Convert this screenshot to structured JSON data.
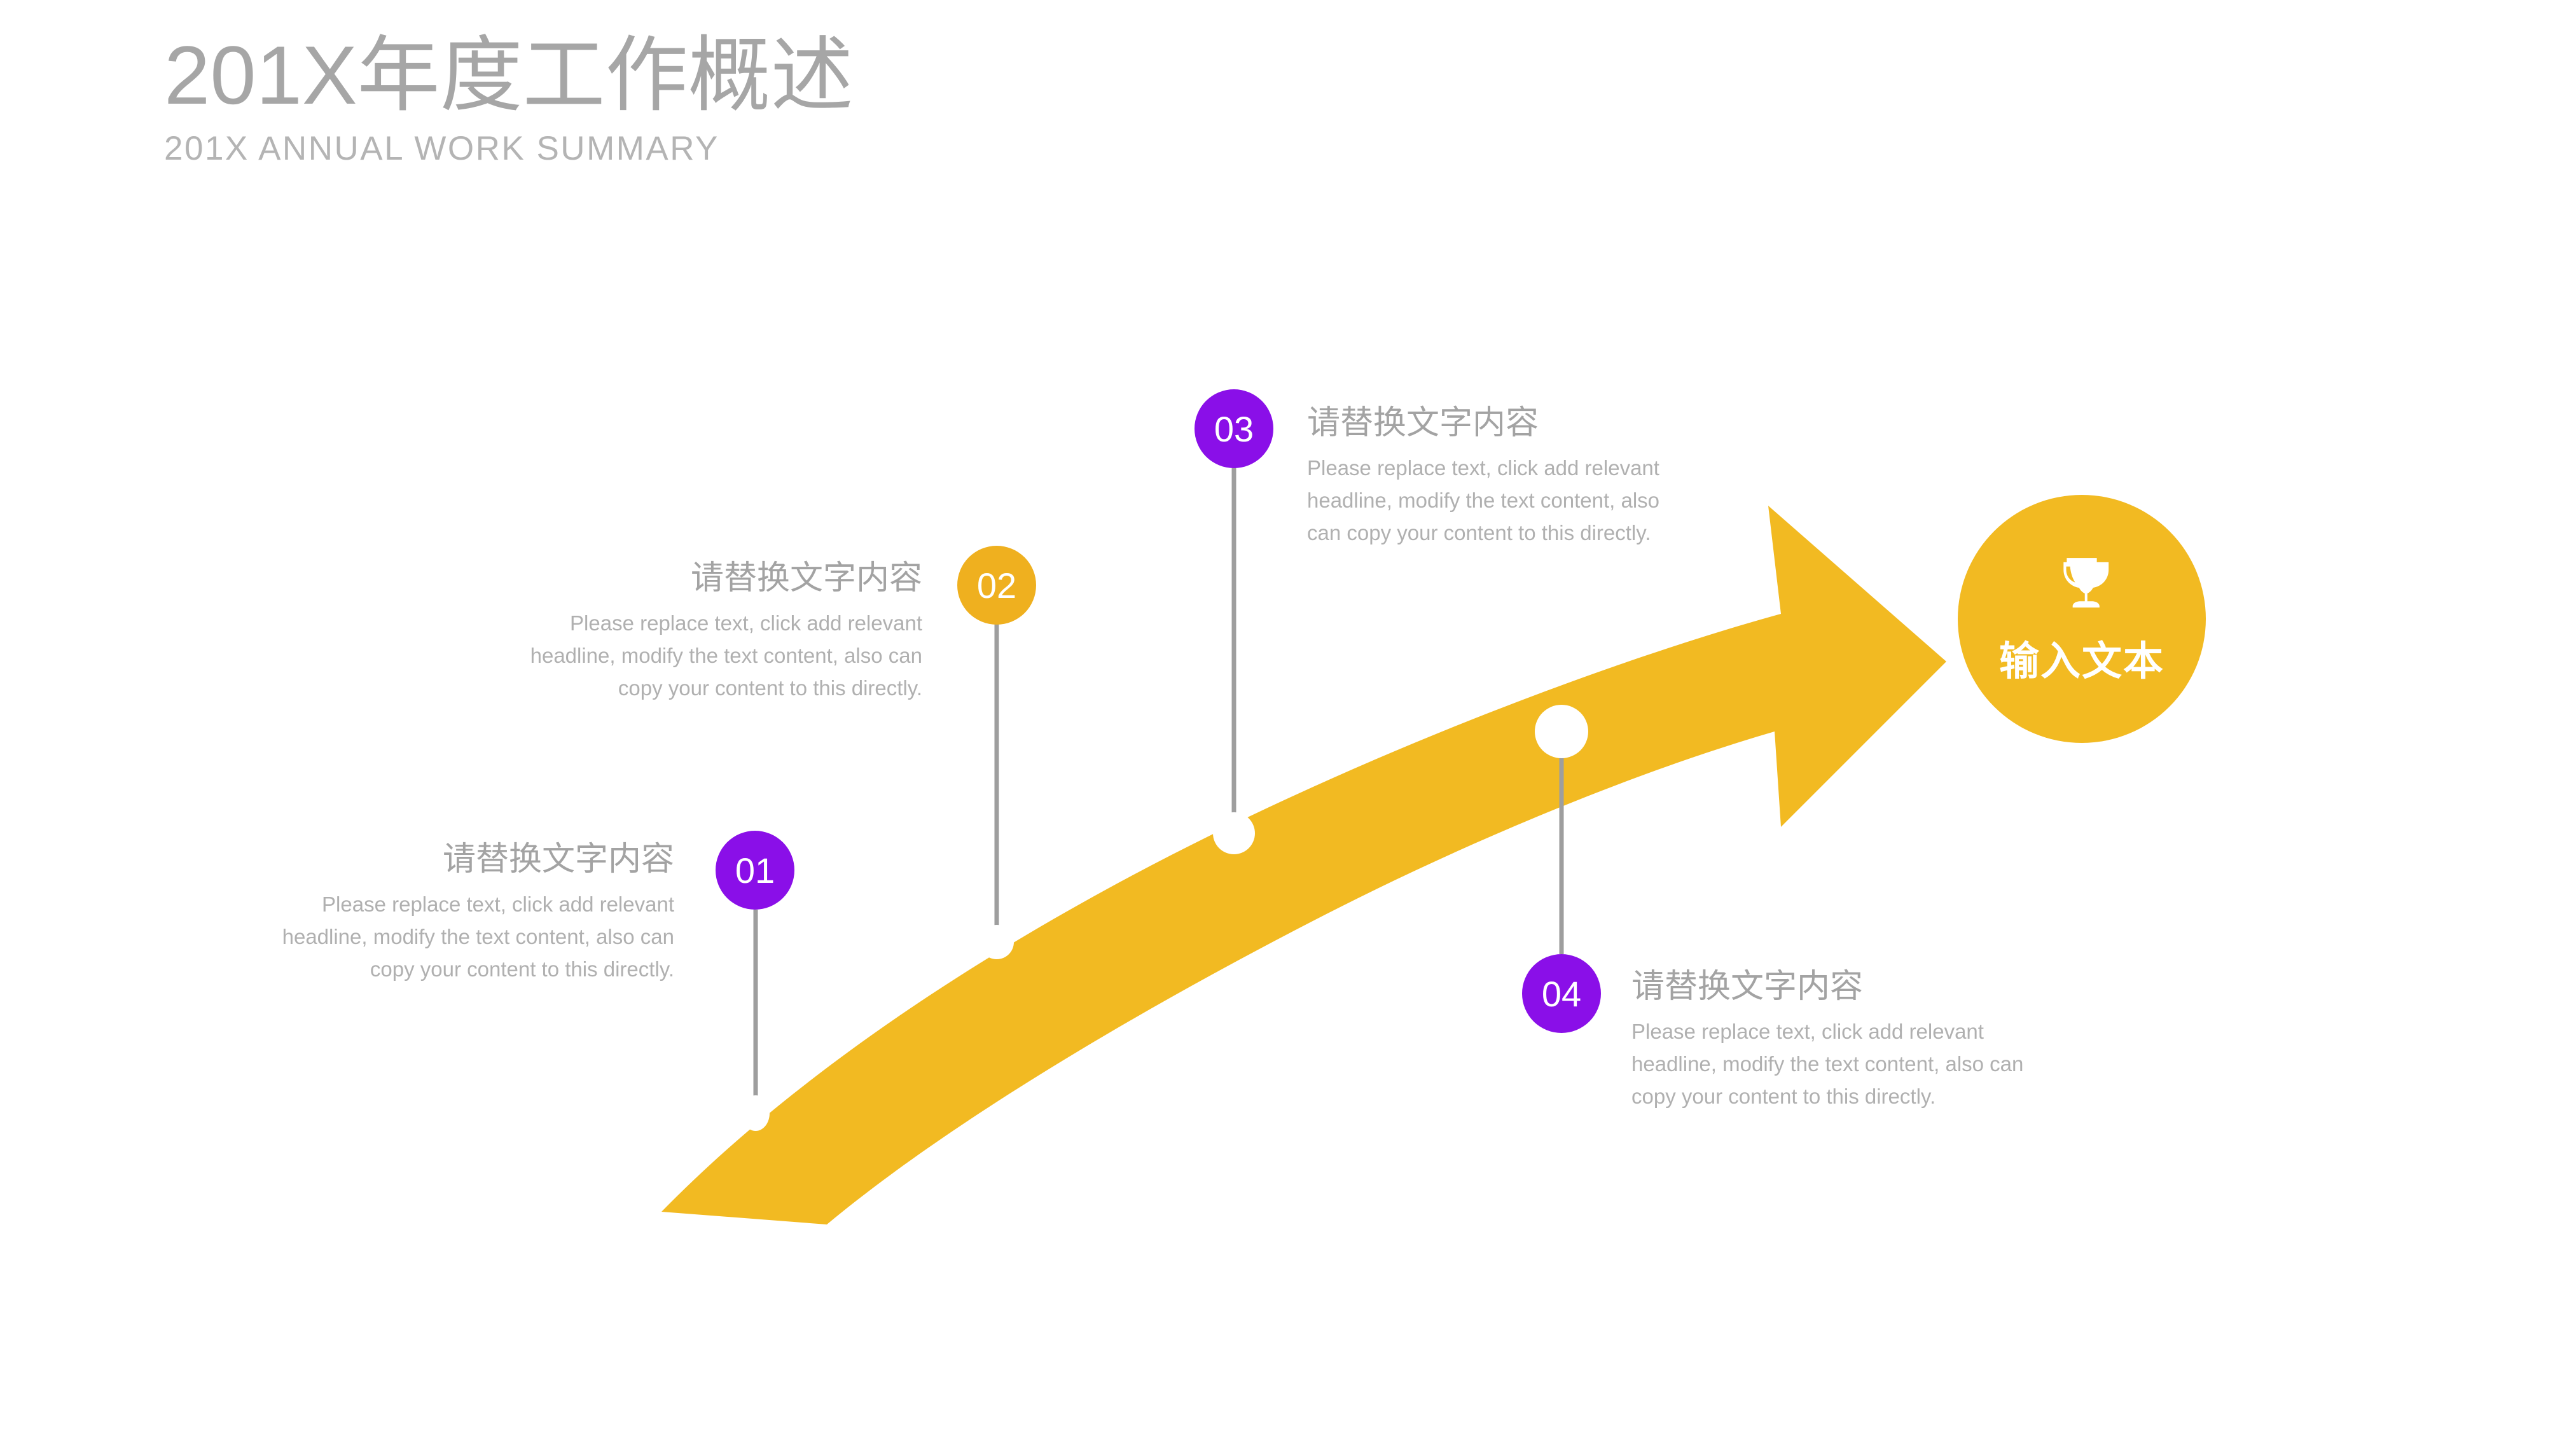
{
  "header": {
    "title": "201X年度工作概述",
    "subtitle": "201X ANNUAL WORK SUMMARY",
    "title_color": "#a6a6a6",
    "subtitle_color": "#b4b4b4"
  },
  "theme": {
    "amber": "#F2BA22",
    "purple": "#8A0FE8",
    "connector_gray": "#9e9e9e",
    "heading_gray": "#a3a3a3",
    "body_gray": "#b0b0b0",
    "dot_white": "#ffffff"
  },
  "steps": [
    {
      "number": "01",
      "badge_color": "#8A0FE8",
      "heading": "请替换文字内容",
      "body": "Please replace text, click add relevant headline, modify the text content, also can copy your content to this directly.",
      "align": "right"
    },
    {
      "number": "02",
      "badge_color": "#EFB01F",
      "heading": "请替换文字内容",
      "body": "Please replace text, click add relevant headline, modify the text content, also can copy your content to this directly.",
      "align": "right"
    },
    {
      "number": "03",
      "badge_color": "#8A0FE8",
      "heading": "请替换文字内容",
      "body": "Please replace text, click add relevant headline, modify the text content, also can copy your content to this directly.",
      "align": "left"
    },
    {
      "number": "04",
      "badge_color": "#8A0FE8",
      "heading": "请替换文字内容",
      "body": "Please replace text, click add relevant headline, modify the text content, also can copy your content to this directly.",
      "align": "left"
    }
  ],
  "endcap": {
    "label": "输入文本",
    "icon": "trophy-icon",
    "color": "#F2BA22"
  }
}
